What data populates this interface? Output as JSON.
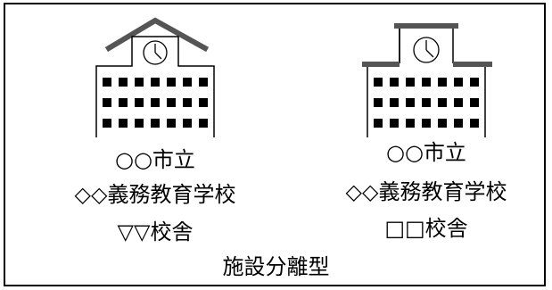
{
  "diagram": {
    "caption": "施設分離型",
    "left_school": {
      "line1": "○○市立",
      "line2": "◇◇義務教育学校",
      "line3": "▽▽校舎",
      "roof": "gable",
      "icons": [
        "school-building-icon",
        "clock-icon"
      ]
    },
    "right_school": {
      "line1": "○○市立",
      "line2": "◇◇義務教育学校",
      "line3": "□□校舎",
      "roof": "flat",
      "icons": [
        "school-building-icon",
        "clock-icon"
      ]
    },
    "colors": {
      "roof": "#555555",
      "windows": "#000000",
      "lines": "#000000"
    }
  }
}
